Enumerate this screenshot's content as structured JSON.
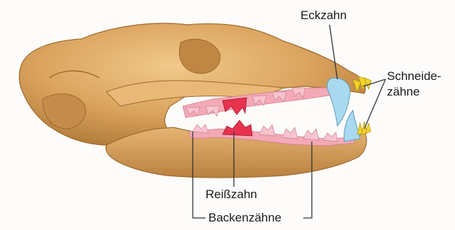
{
  "labels": {
    "canine": "Eckzahn",
    "incisors_line1": "Schneide-",
    "incisors_line2": "zähne",
    "carnassial": "Reißzahn",
    "molars": "Backenzähne"
  },
  "colors": {
    "bone": "#d9a35e",
    "bone_shadow": "#b07a3a",
    "gum": "#f5a8b8",
    "carnassial_tooth": "#e8344e",
    "molar_tooth": "#f7c7d1",
    "canine_tooth": "#a9d8ef",
    "incisor_tooth": "#f2d52a",
    "leader_line": "#333333"
  }
}
